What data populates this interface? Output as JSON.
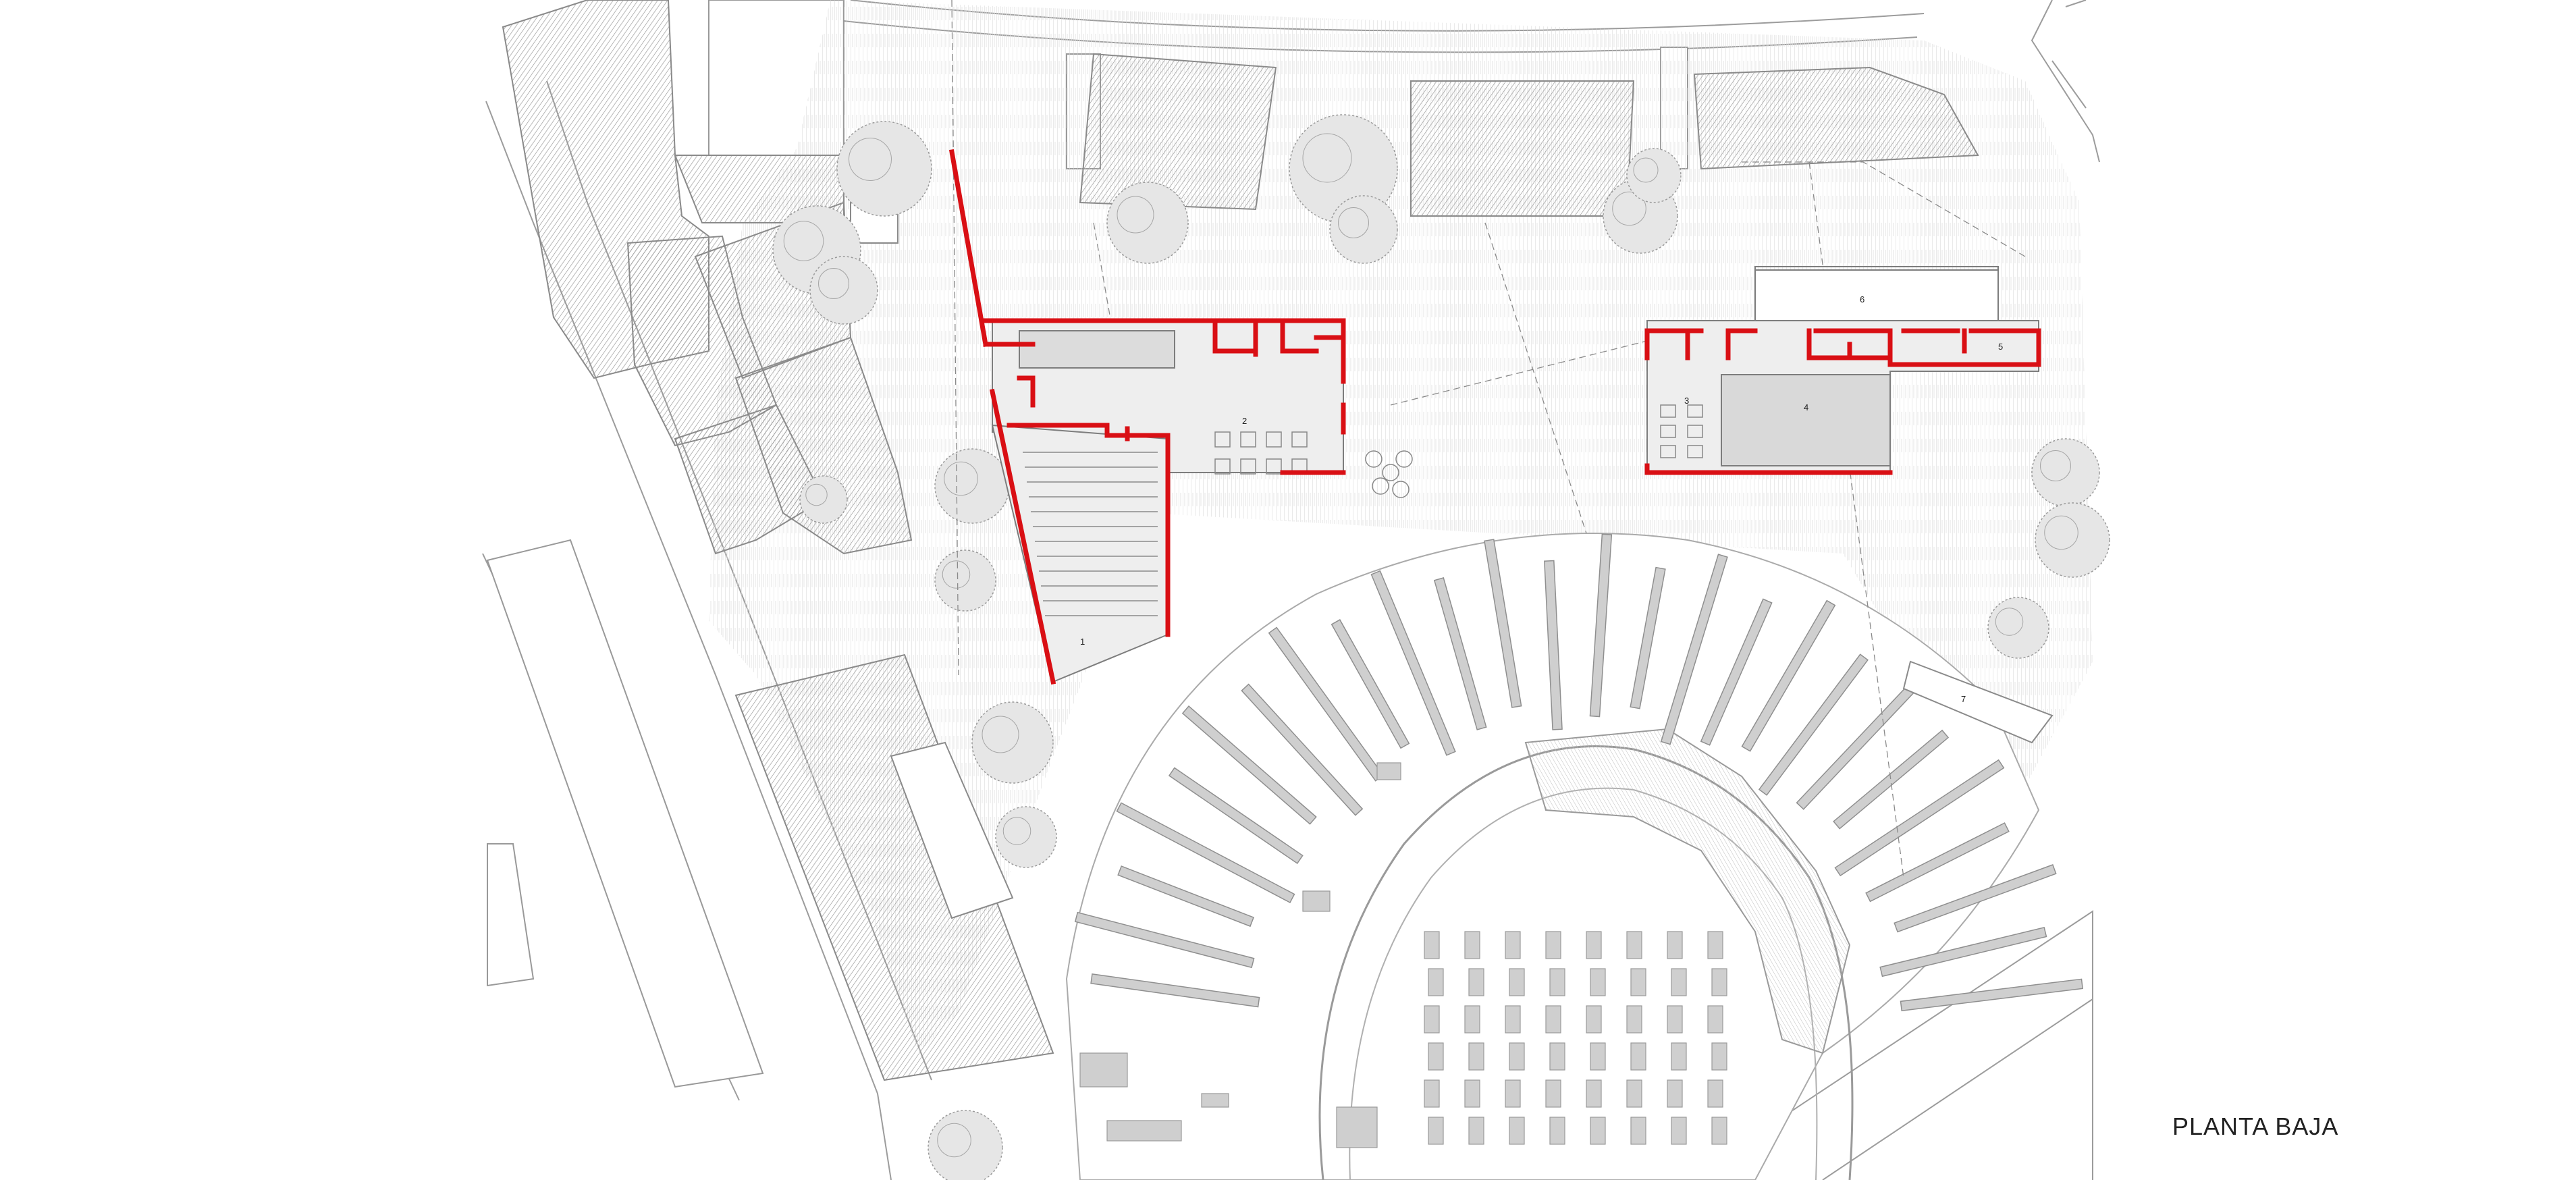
{
  "drawing": {
    "title": "PLANTA BAJA",
    "room_numbers": [
      "1",
      "2",
      "3",
      "4",
      "5",
      "6",
      "7"
    ]
  },
  "colors": {
    "background": "#ffffff",
    "new_walls": "#d90f14",
    "buildings": "#d9d9d9",
    "hatch": "#a8a8a8",
    "street_lines": "#9c9c9c",
    "ruins": "#cccccc",
    "trees": "#8f8f8f",
    "text": "#222222"
  }
}
